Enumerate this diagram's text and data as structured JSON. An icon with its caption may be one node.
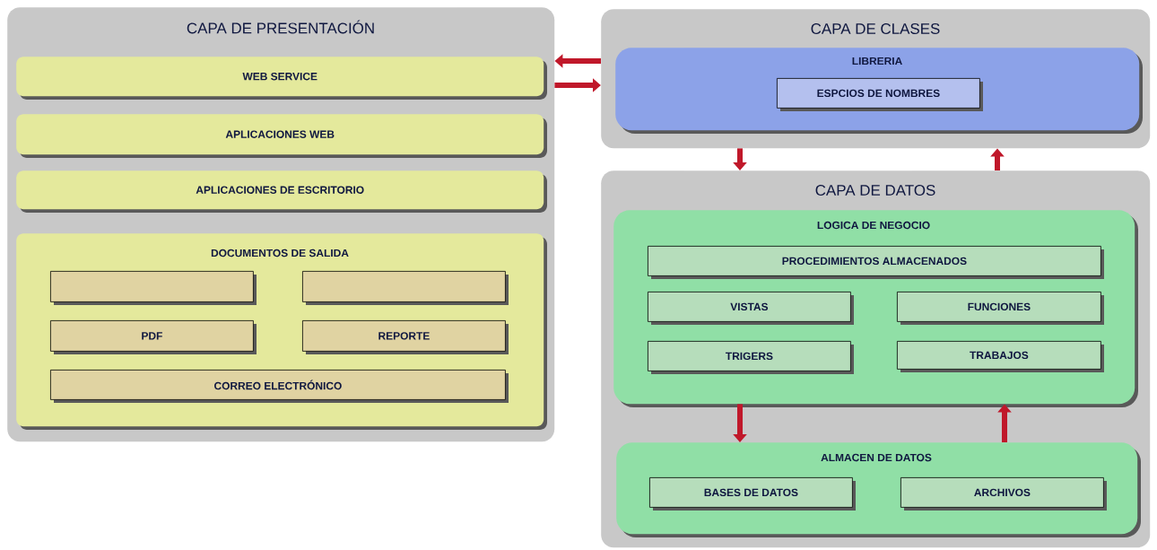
{
  "diagram": {
    "nodes": [
      {
        "text": [
          "CAPA DE PRESENTACIÓN"
        ]
      },
      {
        "text": [
          "WEB SERVICE"
        ],
        "in": 0
      },
      {
        "text": [
          "APLICACIONES WEB"
        ],
        "in": 0
      },
      {
        "text": [
          "APLICACIONES DE ESCRITORIO"
        ],
        "in": 0
      },
      {
        "text": [
          "DOCUMENTOS DE SALIDA"
        ],
        "in": 0
      },
      {
        "text": [],
        "shape": "box",
        "in": 4
      },
      {
        "text": [],
        "shape": "box",
        "in": 4
      },
      {
        "text": [
          "PDF"
        ],
        "in": 4
      },
      {
        "text": [
          "REPORTE"
        ],
        "in": 4
      },
      {
        "text": [
          "CORREO ELECTRÓNICO"
        ],
        "in": 4
      },
      {
        "text": [
          "CAPA DE CLASES"
        ]
      },
      {
        "text": [
          "LIBRERIA"
        ],
        "in": 10
      },
      {
        "text": [
          "ESPCIOS DE NOMBRES"
        ],
        "in": 11
      },
      {
        "text": [
          "CAPA DE DATOS"
        ]
      },
      {
        "text": [
          "LOGICA DE NEGOCIO"
        ],
        "in": 13
      },
      {
        "text": [
          "PROCEDIMIENTOS ALMACENADOS"
        ],
        "in": 14
      },
      {
        "text": [
          "VISTAS"
        ],
        "in": 14
      },
      {
        "text": [
          "FUNCIONES"
        ],
        "in": 14
      },
      {
        "text": [
          "TRIGERS"
        ],
        "in": 14
      },
      {
        "text": [
          "TRABAJOS"
        ],
        "in": 14
      },
      {
        "text": [
          "ALMACEN DE DATOS"
        ],
        "in": 13
      },
      {
        "text": [
          "BASES DE DATOS"
        ],
        "in": 20
      },
      {
        "text": [
          "ARCHIVOS"
        ],
        "in": 20
      }
    ],
    "edges": [
      {
        "from": 10,
        "to": 0,
        "arrow": "to"
      },
      {
        "from": 0,
        "to": 10,
        "arrow": "to"
      },
      {
        "from": 10,
        "to": 13,
        "arrow": "to"
      },
      {
        "from": 13,
        "to": 10,
        "arrow": "to"
      },
      {
        "from": 14,
        "to": 20,
        "arrow": "to"
      },
      {
        "from": 20,
        "to": 14,
        "arrow": "to"
      }
    ]
  }
}
